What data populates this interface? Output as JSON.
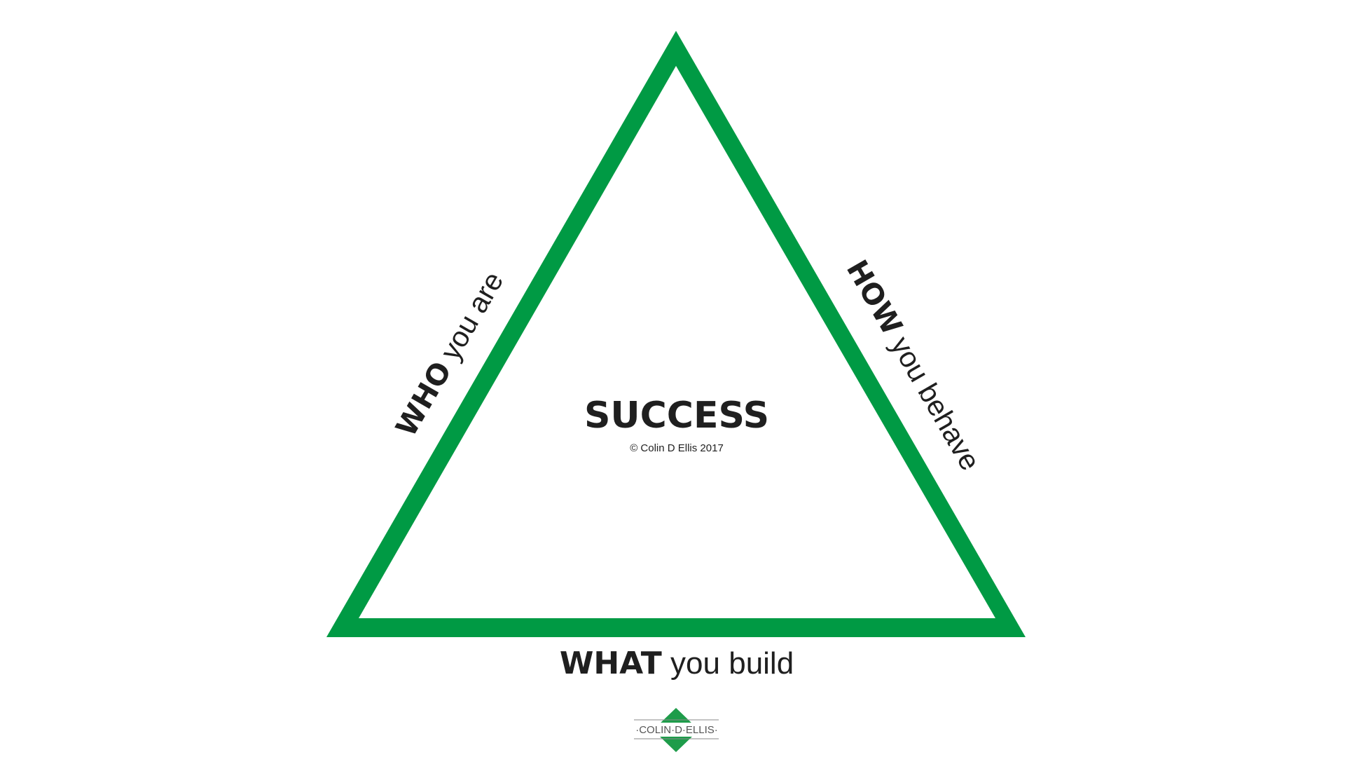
{
  "diagram": {
    "center": {
      "title": "SUCCESS",
      "copyright": "© Colin D Ellis 2017"
    },
    "sides": {
      "left": {
        "bold": "WHO",
        "light": " you are"
      },
      "right": {
        "bold": "HOW",
        "light": " you behave"
      },
      "bottom": {
        "bold": "WHAT",
        "light": " you build"
      }
    }
  },
  "logo": {
    "text": "·COLIN·D·ELLIS·"
  },
  "colors": {
    "triangle": "#009a44",
    "text": "#1f1f1f",
    "logo_green": "#1e9c4a",
    "logo_gray": "#8a8a8a",
    "background": "#ffffff"
  }
}
